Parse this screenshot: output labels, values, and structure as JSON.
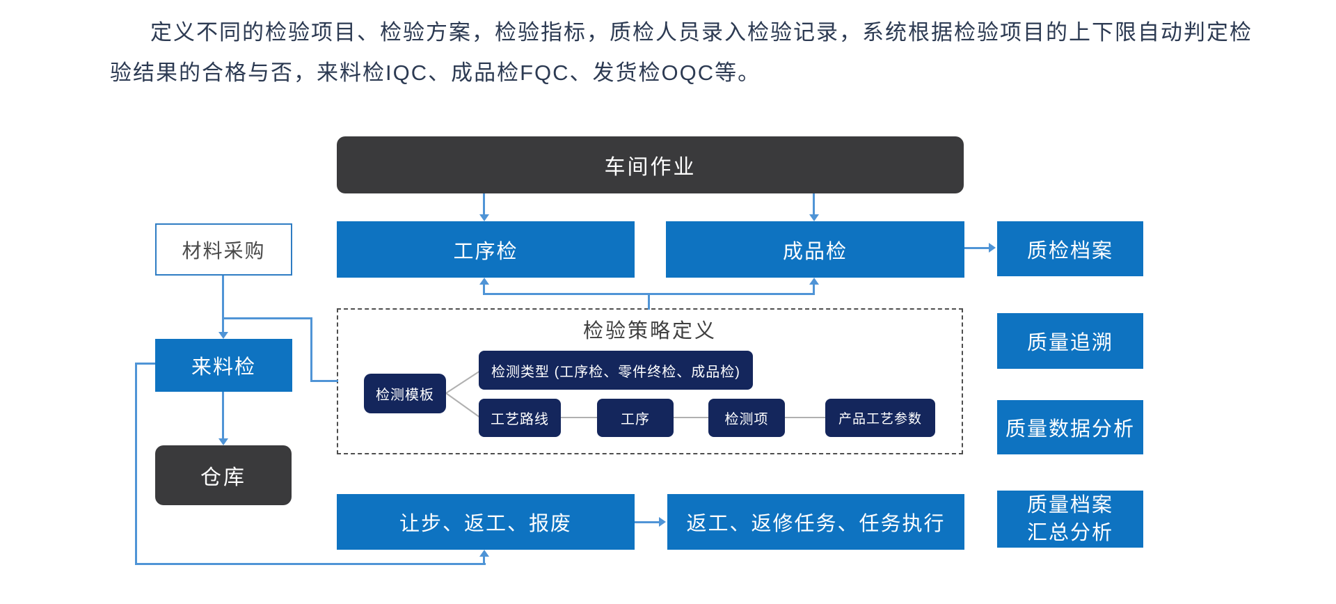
{
  "intro": {
    "line1": "定义不同的检验项目、检验方案，检验指标，质检人员录入检验记录，系统根据检验项目的上下限自动判定检",
    "line2": "验结果的合格与否，来料检IQC、成品检FQC、发货检OQC等。"
  },
  "diagram": {
    "workshop": "车间作业",
    "process_inspection": "工序检",
    "product_inspection": "成品检",
    "qc_archive": "质检档案",
    "material_purchase": "材料采购",
    "incoming_inspection": "来料检",
    "warehouse": "仓库",
    "quality_trace": "质量追溯",
    "quality_data_analysis": "质量数据分析",
    "concession_rework_scrap": "让步、返工、报废",
    "rework_repair_tasks": "返工、返修任务、任务执行",
    "quality_archive_line1": "质量档案",
    "quality_archive_line2": "汇总分析",
    "strategy": {
      "title": "检验策略定义",
      "template": "检测模板",
      "inspection_type": "检测类型 (工序检、零件终检、成品检)",
      "process_route": "工艺路线",
      "operation": "工序",
      "inspection_item": "检测项",
      "product_params": "产品工艺参数"
    }
  },
  "colors": {
    "blue": "#0e73c1",
    "navy": "#14265c",
    "dark": "#3a3a3c",
    "line": "#4f94d6",
    "border-blue": "#2e7cc3",
    "text-dark": "#3f3f3f",
    "intro-text": "#2c3a52",
    "gray-line": "#b0b0b0"
  }
}
